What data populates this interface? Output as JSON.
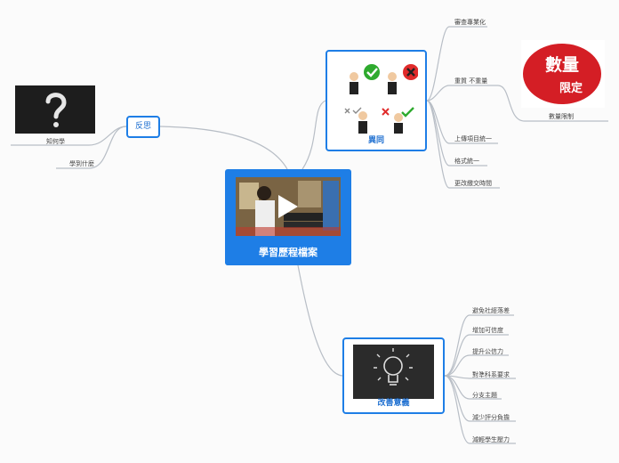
{
  "central": {
    "title": "學習歷程檔案",
    "image": "presenter-video-thumbnail"
  },
  "reflect": {
    "label": "反思",
    "image": "question-mark-chalkboard",
    "children": [
      "知何學",
      "學到什麼"
    ]
  },
  "differences": {
    "label": "異同",
    "image": "businessmen-check-cross",
    "children": [
      "審查專業化",
      "重質 不重量",
      "上傳項目統一",
      "格式統一",
      "更改繳交時間"
    ],
    "subchild": {
      "label": "數量限制",
      "image": "limited-quantity-stamp",
      "stamp_text": "數量限定"
    }
  },
  "improve": {
    "label": "改善意義",
    "image": "lightbulb-chalkboard",
    "children": [
      "避免社經落差",
      "增加可信度",
      "提升公信力",
      "對準科系要求",
      "分支主題",
      "減少評分負擔",
      "減輕學生壓力"
    ]
  },
  "colors": {
    "accent": "#1e7ee6",
    "line": "#b9bfc6"
  }
}
